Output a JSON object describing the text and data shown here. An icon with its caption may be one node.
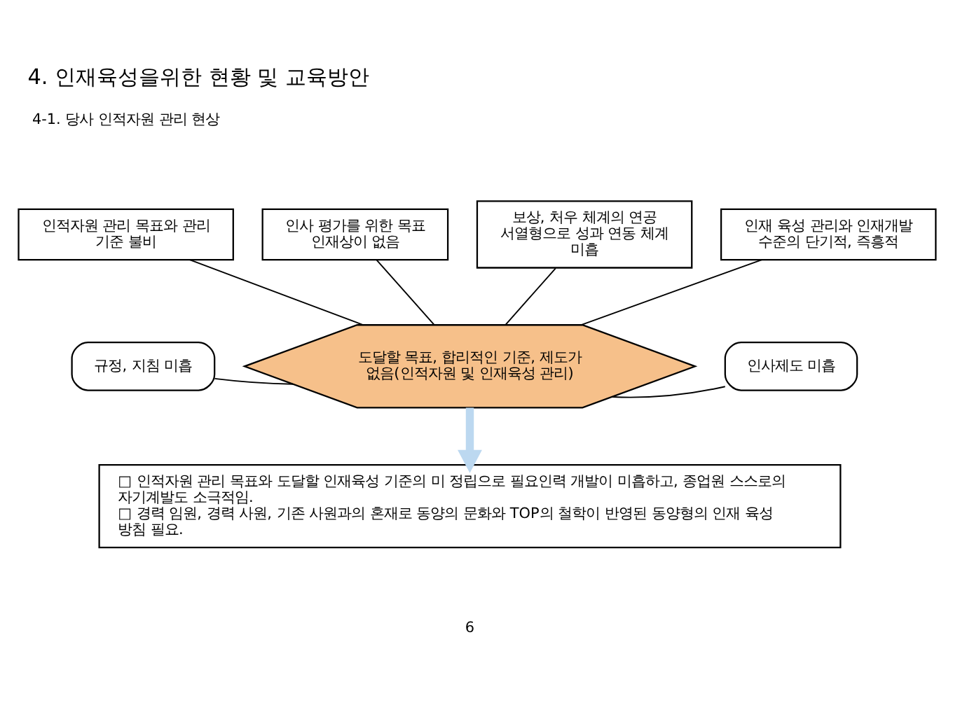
{
  "diagram": {
    "title": "4. 인재육성을위한 현황 및 교육방안",
    "nodes": [
      {
        "text": [
          "인적자원 관리 목표와 관리 기준 불비"
        ]
      },
      {
        "text": [
          "인사 평가를 위한 목표 인재상이 없음"
        ]
      },
      {
        "text": [
          "보상, 처우 체계의 연공 서열형으로 성과 연동 체계 미흡"
        ]
      },
      {
        "text": [
          "인재 육성 관리와 인재개발 수준의 단기적, 즉흥적"
        ]
      },
      {
        "text": [
          "규정, 지침 미흡"
        ]
      },
      {
        "text": [
          "도달할 목표, 합리적인 기준, 제도가 없음(인적자원 및 인재육성 관리)"
        ]
      },
      {
        "text": [
          "인사제도 미흡"
        ]
      },
      {
        "text": [
          "□ 인적자원 관리 목표와 도달할 인재육성 기준의 미 정립으로 필요인력 개발이 미흡하고, 종업원 스스로의 자기계발도 소극적임.",
          "□ 경력 임원, 경력 사원, 기존 사원과의 혼재로 동양의 문화와 TOP의 철학이 반영된 동양형의 인재 육성 방침 필요."
        ]
      }
    ],
    "edges": [
      {
        "from": 0,
        "to": 5,
        "arrow": "none"
      },
      {
        "from": 1,
        "to": 5,
        "arrow": "none"
      },
      {
        "from": 2,
        "to": 5,
        "arrow": "none"
      },
      {
        "from": 3,
        "to": 5,
        "arrow": "none"
      },
      {
        "from": 4,
        "to": 5,
        "arrow": "none"
      },
      {
        "from": 6,
        "to": 5,
        "arrow": "none"
      },
      {
        "from": 5,
        "to": 7,
        "arrow": "to",
        "style": "thick",
        "color": "#bcd8f0"
      }
    ],
    "labels": [
      "4-1. 당사 인적자원 관리 현상",
      "6"
    ]
  }
}
